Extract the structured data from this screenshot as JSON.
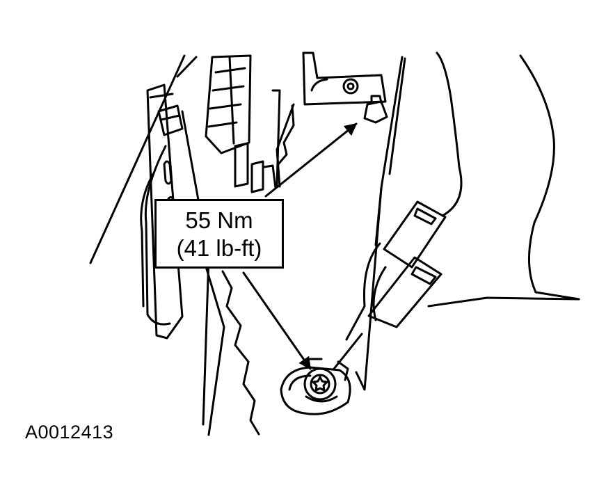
{
  "callout": {
    "torque_nm": "55 Nm",
    "torque_lbft": "(41 lb-ft)"
  },
  "figure_id": "A0012413",
  "colors": {
    "line": "#000000",
    "background": "#ffffff"
  }
}
